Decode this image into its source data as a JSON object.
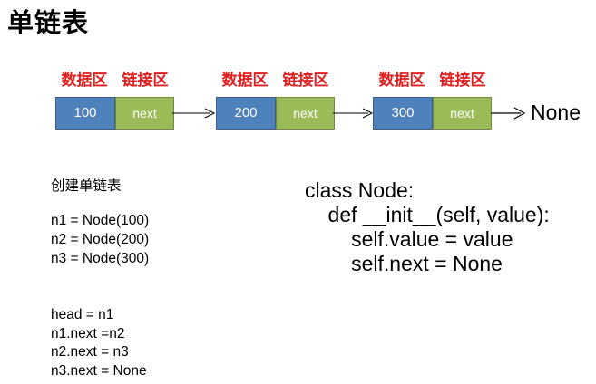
{
  "title": "单链表",
  "labels": {
    "data_region": "数据区",
    "link_region": "链接区"
  },
  "nodes": [
    {
      "value": "100",
      "next": "next"
    },
    {
      "value": "200",
      "next": "next"
    },
    {
      "value": "300",
      "next": "next"
    }
  ],
  "terminal": "None",
  "create_heading": "创建单链表",
  "create_code": [
    "n1 = Node(100)",
    "n2 = Node(200)",
    "n3 = Node(300)"
  ],
  "link_code": [
    "head = n1",
    "n1.next =n2",
    "n2.next = n3",
    "n3.next = None"
  ],
  "class_code": [
    "class Node:",
    "    def __init__(self, value):",
    "        self.value = value",
    "        self.next = None"
  ],
  "colors": {
    "data_box": "#4f81bd",
    "next_box": "#9bbb59",
    "region_label": "#e02020"
  }
}
